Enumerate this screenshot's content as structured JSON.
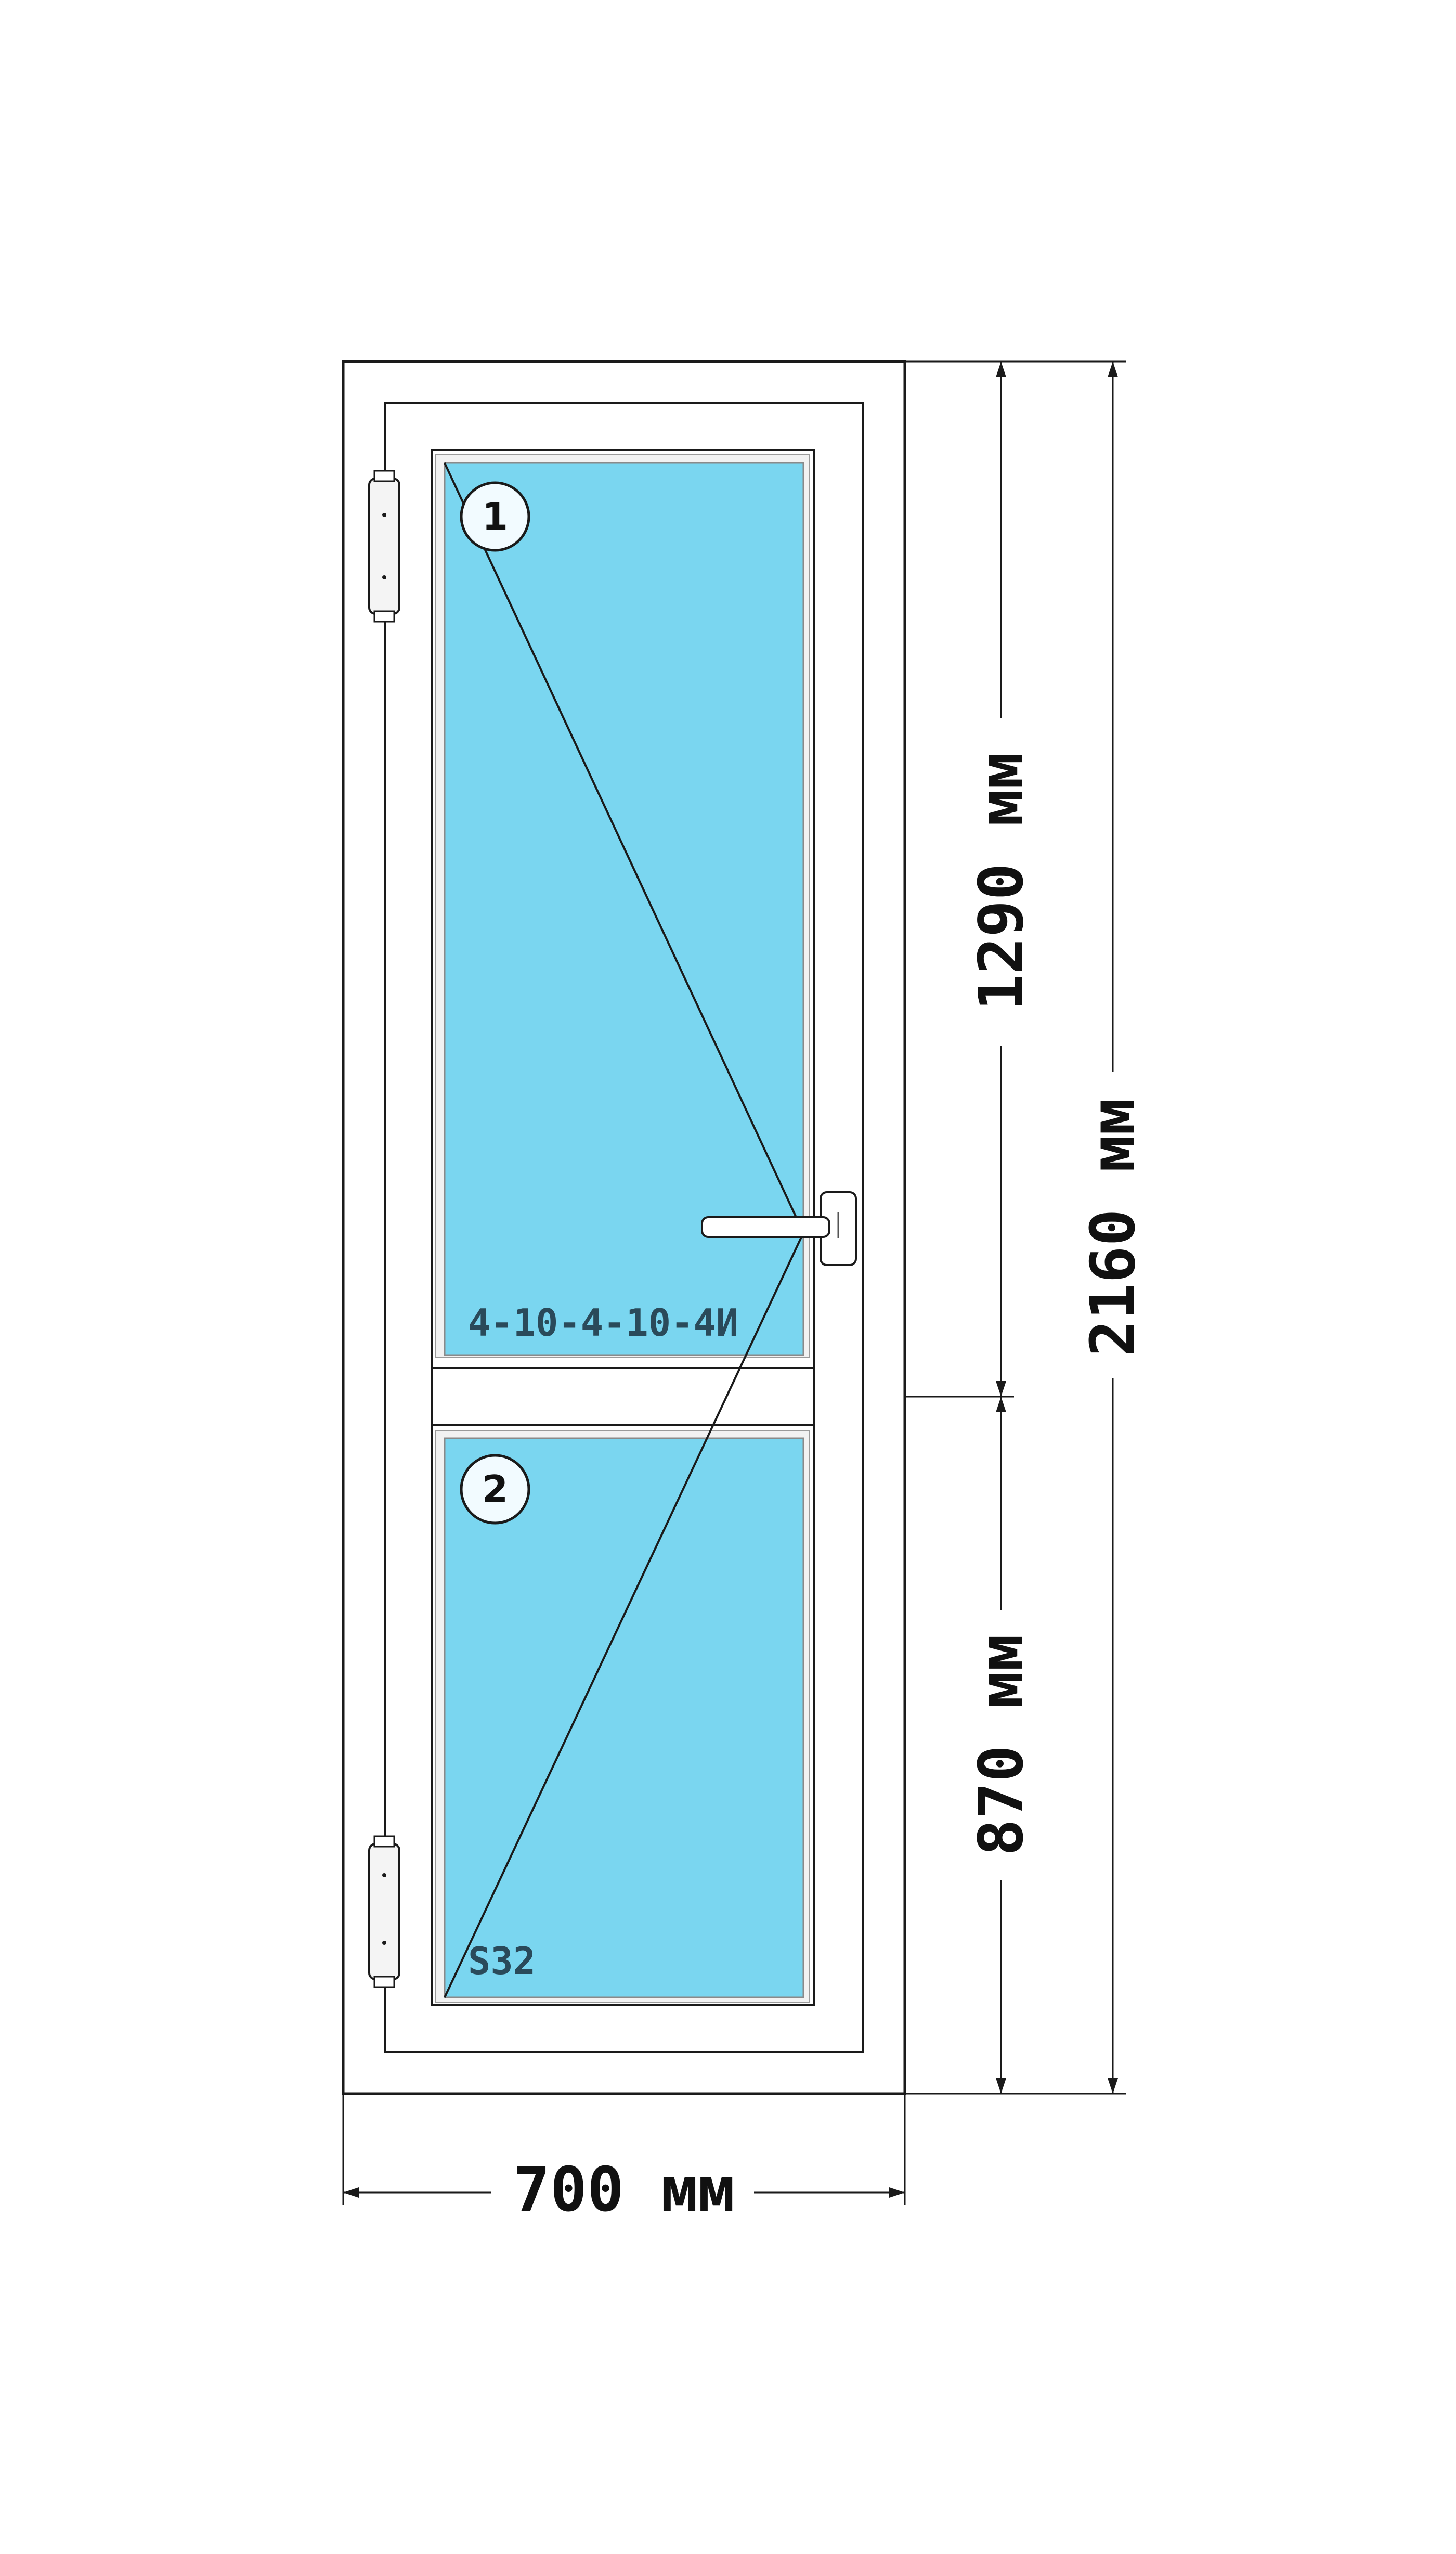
{
  "colors": {
    "glass": "#7ad6f0",
    "frame": "#ffffff",
    "line": "#1a1a1a",
    "glass_label": "#2a4a5a"
  },
  "dimensions": {
    "width_label": "700 мм",
    "total_height_label": "2160 мм",
    "upper_height_label": "1290 мм",
    "lower_height_label": "870 мм"
  },
  "panes": [
    {
      "number": "1",
      "spec": "4-10-4-10-4И"
    },
    {
      "number": "2",
      "spec": "S32"
    }
  ],
  "icons": {
    "hinge": "hinge-icon",
    "handle": "door-handle-icon"
  }
}
